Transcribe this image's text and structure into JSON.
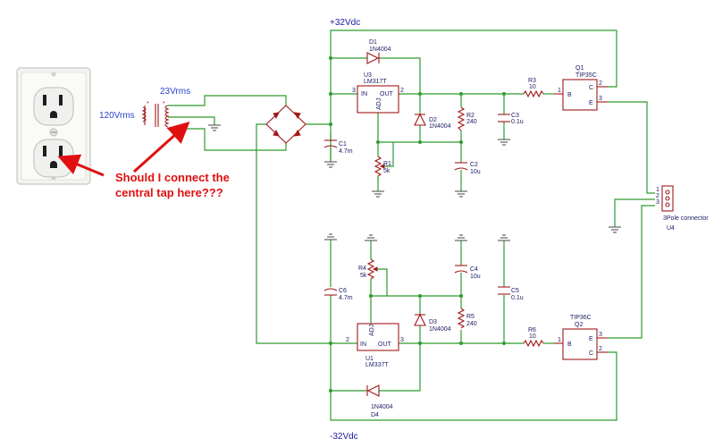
{
  "rails": {
    "positive": "+32Vdc",
    "negative": "-32Vdc"
  },
  "annotations": {
    "input_voltage": "120Vrms",
    "secondary_voltage": "23Vrms",
    "question_line1": "Should I connect the",
    "question_line2": "central tap here???"
  },
  "components": {
    "D1": {
      "ref": "D1",
      "value": "1N4004"
    },
    "D2": {
      "ref": "D2",
      "value": "1N4004"
    },
    "D3": {
      "ref": "D3",
      "value": "1N4004"
    },
    "D4": {
      "ref": "D4",
      "value": "1N4004"
    },
    "U3": {
      "ref": "U3",
      "value": "LM317T",
      "in": "IN",
      "out": "OUT",
      "adj": "ADJ"
    },
    "U1": {
      "ref": "U1",
      "value": "LM337T",
      "in": "IN",
      "out": "OUT",
      "adj": "ADJ"
    },
    "Q1": {
      "ref": "Q1",
      "value": "TIP35C"
    },
    "Q2": {
      "ref": "Q2",
      "value": "TIP36C"
    },
    "R1": {
      "ref": "R1",
      "value": "5k"
    },
    "R2": {
      "ref": "R2",
      "value": "240"
    },
    "R3": {
      "ref": "R3",
      "value": "10"
    },
    "R4": {
      "ref": "R4",
      "value": "5k"
    },
    "R5": {
      "ref": "R5",
      "value": "240"
    },
    "R6": {
      "ref": "R6",
      "value": "10"
    },
    "C1": {
      "ref": "C1",
      "value": "4.7m"
    },
    "C2": {
      "ref": "C2",
      "value": "10u"
    },
    "C3": {
      "ref": "C3",
      "value": "0.1u"
    },
    "C4": {
      "ref": "C4",
      "value": "10u"
    },
    "C5": {
      "ref": "C5",
      "value": "0.1u"
    },
    "C6": {
      "ref": "C6",
      "value": "4.7m"
    },
    "U4": {
      "ref": "U4",
      "value": "3Pole connector"
    }
  },
  "pins": {
    "one": "1",
    "two": "2",
    "three": "3",
    "B": "B",
    "C": "C",
    "E": "E"
  },
  "colors": {
    "wire": "#2e9b2e",
    "component": "#a01818",
    "label": "#1a1a66",
    "rail_label": "#1a1aa0",
    "annotation": "#e01010"
  }
}
